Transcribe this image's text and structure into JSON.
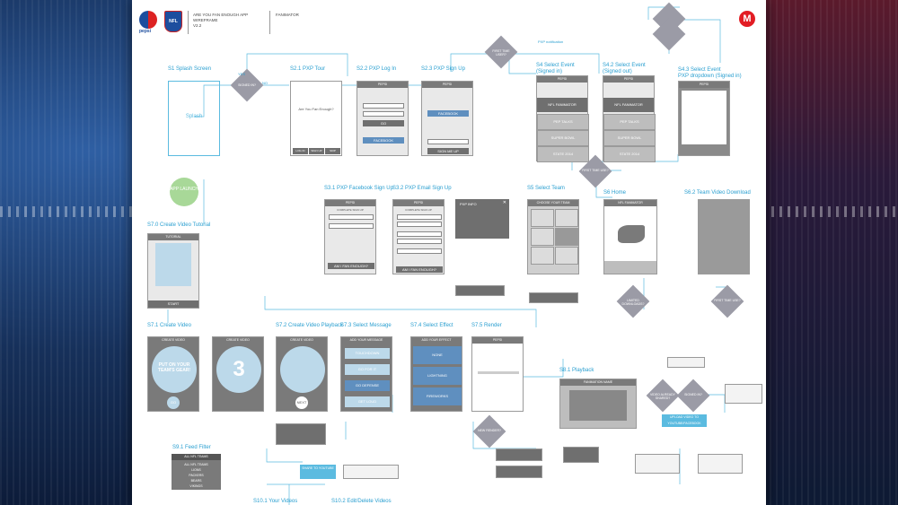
{
  "header": {
    "brand_pepsi": "pepsi",
    "brand_nfl": "NFL",
    "title_line1": "ARE YOU FAN ENOUGH APP",
    "title_line2": "WIREFRAME",
    "version": "V2.2",
    "product": "FANIMATOR",
    "corner_logo": "M"
  },
  "colors": {
    "connector": "#5bbbe0",
    "screen_fill": "#e9e9e9",
    "diamond": "#9b9ba6",
    "accent_orange": "#f08a1c"
  },
  "screens": {
    "s1": {
      "label": "S1 Splash Screen",
      "body": "Splash"
    },
    "s2": {
      "label": "S2.1 PXP Tour",
      "title": "Are You Fan Enough?",
      "btn1": "LOG IN",
      "btn2": "SIGN UP",
      "btn3": "SKIP"
    },
    "s22": {
      "label": "S2.2 PXP Log In",
      "bar": "PEPSI",
      "go": "GO",
      "fb": "FACEBOOK"
    },
    "s23": {
      "label": "S2.3 PXP Sign Up",
      "bar": "PEPSI",
      "fb": "FACEBOOK",
      "submit": "SIGN ME UP"
    },
    "s4": {
      "label1": "S4 Select Event",
      "label2": "(Signed in)",
      "bar": "PEPSI",
      "items": [
        "NFL FANIMATOR",
        "PEP TALKS",
        "SUPER BOWL",
        "STATE 2014"
      ]
    },
    "s42": {
      "label1": "S4.2 Select Event",
      "label2": "(Signed out)",
      "bar": "PEPSI",
      "items": [
        "NFL FANIMATOR",
        "PEP TALKS",
        "SUPER BOWL",
        "STATE 2014"
      ]
    },
    "s43": {
      "label1": "S4.3 Select Event",
      "label2": "PXP dropdown (Signed in)",
      "bar": "PEPSI"
    },
    "s31": {
      "label": "S3.1 PXP Facebook Sign Up",
      "bar": "PEPSI",
      "sub": "COMPLETE SIGN UP",
      "submit": "AM I FAN ENOUGH?"
    },
    "s32": {
      "label": "S3.2 PXP Email Sign Up",
      "bar": "PEPSI",
      "sub": "COMPLETE SIGN UP",
      "submit": "AM I FAN ENOUGH?"
    },
    "pxpinfo": {
      "title": "PXP INFO"
    },
    "s5": {
      "label": "S5 Select Team",
      "bar": "CHOOSE YOUR TEAM"
    },
    "s6": {
      "label": "S6 Home",
      "bar": "NFL FANIMATOR"
    },
    "s62": {
      "label": "S6.2 Team Video Download"
    },
    "s70": {
      "label": "S7.0 Create Video Tutorial",
      "bar": "TUTORIAL",
      "start": "START"
    },
    "s71": {
      "label": "S7.1 Create Video",
      "bar": "CREATE VIDEO",
      "body": "PUT ON YOUR TEAM'S GEAR!",
      "go": "GO"
    },
    "s712": {
      "bar": "CREATE VIDEO",
      "count": "3"
    },
    "s72": {
      "label": "S7.2 Create Video Playback",
      "bar": "CREATE VIDEO",
      "next": "NEXT"
    },
    "s73": {
      "label": "S7.3 Select Message",
      "bar": "ADD YOUR MESSAGE",
      "items": [
        "TOUCHDOWN",
        "GO FOR IT",
        "GO DEFENSE",
        "GET LOUD"
      ]
    },
    "s74": {
      "label": "S7.4 Select Effect",
      "bar": "ADD YOUR EFFECT",
      "items": [
        "NONE",
        "LIGHTNING",
        "FIREWORKS"
      ]
    },
    "s75": {
      "label": "S7.5 Render",
      "bar": "PEPSI"
    },
    "s81": {
      "label": "S8.1 Playback",
      "bar": "FANIMATION NAME"
    },
    "s91": {
      "label": "S9.1 Feed Filter",
      "title": "ALL NFL TEAMS",
      "items": [
        "ALL NFL TEAMS",
        "LIONS",
        "PACKERS",
        "BEARS",
        "VIKINGS"
      ]
    },
    "s101": {
      "label": "S10.1 Your Videos"
    },
    "s102": {
      "label": "S10.2 Edit/Delete Videos"
    }
  },
  "decisions": {
    "d1": "SIGNED IN?",
    "d2": "FIRST TIME USER?",
    "d3": "LIMITED DOWNLOADS?",
    "d4": "FIRST TIME USE?",
    "d5": "NEW RENDER?",
    "d6": "VIDEO ALREADY SHARED?",
    "d7": "SIGNED IN?"
  },
  "notes": {
    "share": "SHARE TO YOUTUBE",
    "upload": "UPLOAD VIDEO TO YOUTUBE/FACEBOOK",
    "app_launch": "APP LAUNCH"
  },
  "small": {
    "yes": "YES",
    "no": "NO",
    "pxp_sign_in": "PXP sign in",
    "pxp_notification": "PXP notification"
  }
}
